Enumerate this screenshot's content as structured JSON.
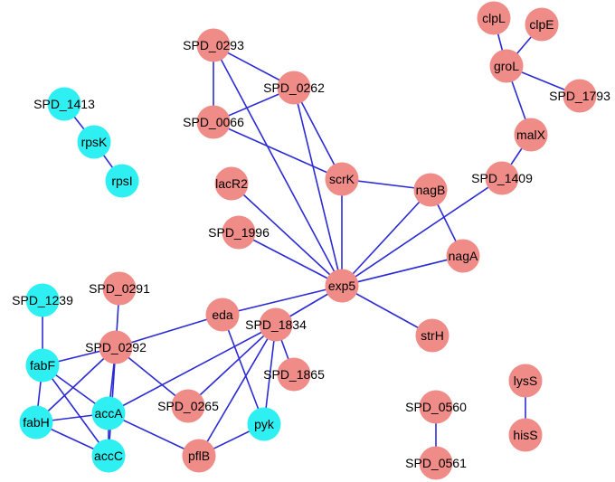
{
  "colors": {
    "pathway_a": "#f08c88",
    "pathway_b": "#2ef0f2",
    "edge": "#2b2bd6"
  },
  "nodes": [
    {
      "id": "SPD_0293",
      "group": "a"
    },
    {
      "id": "SPD_0262",
      "group": "a"
    },
    {
      "id": "SPD_0066",
      "group": "a"
    },
    {
      "id": "scrK",
      "group": "a"
    },
    {
      "id": "lacR2",
      "group": "a"
    },
    {
      "id": "nagB",
      "group": "a"
    },
    {
      "id": "nagA",
      "group": "a"
    },
    {
      "id": "SPD_1996",
      "group": "a"
    },
    {
      "id": "exp5",
      "group": "a"
    },
    {
      "id": "strH",
      "group": "a"
    },
    {
      "id": "clpL",
      "group": "a"
    },
    {
      "id": "clpE",
      "group": "a"
    },
    {
      "id": "groL",
      "group": "a"
    },
    {
      "id": "SPD_1793",
      "group": "a"
    },
    {
      "id": "malX",
      "group": "a"
    },
    {
      "id": "SPD_1409",
      "group": "a"
    },
    {
      "id": "SPD_0291",
      "group": "a"
    },
    {
      "id": "eda",
      "group": "a"
    },
    {
      "id": "SPD_1834",
      "group": "a"
    },
    {
      "id": "SPD_0292",
      "group": "a"
    },
    {
      "id": "SPD_1865",
      "group": "a"
    },
    {
      "id": "SPD_0265",
      "group": "a"
    },
    {
      "id": "pflB",
      "group": "a"
    },
    {
      "id": "SPD_0560",
      "group": "a"
    },
    {
      "id": "SPD_0561",
      "group": "a"
    },
    {
      "id": "lysS",
      "group": "a"
    },
    {
      "id": "hisS",
      "group": "a"
    },
    {
      "id": "SPD_1413",
      "group": "b"
    },
    {
      "id": "rpsK",
      "group": "b"
    },
    {
      "id": "rpsI",
      "group": "b"
    },
    {
      "id": "SPD_1239",
      "group": "b"
    },
    {
      "id": "fabF",
      "group": "b"
    },
    {
      "id": "fabH",
      "group": "b"
    },
    {
      "id": "accA",
      "group": "b"
    },
    {
      "id": "accC",
      "group": "b"
    },
    {
      "id": "pyk",
      "group": "b"
    }
  ],
  "edges": [
    [
      "SPD_0293",
      "SPD_0262"
    ],
    [
      "SPD_0293",
      "SPD_0066"
    ],
    [
      "SPD_0262",
      "SPD_0066"
    ],
    [
      "SPD_0262",
      "scrK"
    ],
    [
      "SPD_0262",
      "exp5"
    ],
    [
      "SPD_0066",
      "scrK"
    ],
    [
      "SPD_0293",
      "exp5"
    ],
    [
      "scrK",
      "nagB"
    ],
    [
      "scrK",
      "exp5"
    ],
    [
      "nagB",
      "nagA"
    ],
    [
      "nagB",
      "exp5"
    ],
    [
      "nagA",
      "exp5"
    ],
    [
      "lacR2",
      "exp5"
    ],
    [
      "SPD_1996",
      "exp5"
    ],
    [
      "exp5",
      "strH"
    ],
    [
      "exp5",
      "SPD_1409"
    ],
    [
      "SPD_1409",
      "malX"
    ],
    [
      "malX",
      "groL"
    ],
    [
      "groL",
      "clpL"
    ],
    [
      "groL",
      "clpE"
    ],
    [
      "groL",
      "SPD_1793"
    ],
    [
      "eda",
      "exp5"
    ],
    [
      "SPD_1834",
      "exp5"
    ],
    [
      "SPD_1413",
      "rpsK"
    ],
    [
      "rpsK",
      "rpsI"
    ],
    [
      "SPD_1239",
      "fabF"
    ],
    [
      "fabF",
      "fabH"
    ],
    [
      "fabF",
      "accA"
    ],
    [
      "fabF",
      "accC"
    ],
    [
      "fabH",
      "accA"
    ],
    [
      "fabH",
      "accC"
    ],
    [
      "accA",
      "accC"
    ],
    [
      "SPD_0292",
      "fabF"
    ],
    [
      "SPD_0292",
      "fabH"
    ],
    [
      "SPD_0292",
      "accA"
    ],
    [
      "SPD_0292",
      "accC"
    ],
    [
      "SPD_0292",
      "SPD_0291"
    ],
    [
      "SPD_0292",
      "SPD_0265"
    ],
    [
      "SPD_0292",
      "eda"
    ],
    [
      "eda",
      "pyk"
    ],
    [
      "SPD_1834",
      "accA"
    ],
    [
      "SPD_1834",
      "pflB"
    ],
    [
      "SPD_1834",
      "SPD_0265"
    ],
    [
      "SPD_1834",
      "SPD_1865"
    ],
    [
      "SPD_1834",
      "pyk"
    ],
    [
      "accA",
      "pflB"
    ],
    [
      "pflB",
      "pyk"
    ],
    [
      "SPD_0560",
      "SPD_0561"
    ],
    [
      "lysS",
      "hisS"
    ]
  ]
}
